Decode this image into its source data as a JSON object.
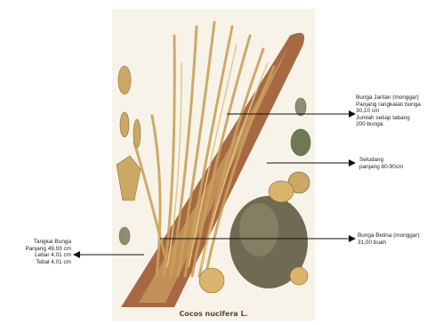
{
  "caption": "Cocos nucifera L.",
  "annotations": {
    "male_flower": {
      "lines": [
        "Bunga Jantan (monggar)",
        "Panjang rangkaian bunga",
        "30,10 cm",
        "Jumlah setiap tabang",
        "200 bunga."
      ]
    },
    "spathe": {
      "lines": [
        "Seludang",
        "panjang 80-90cm"
      ]
    },
    "female_flower": {
      "lines": [
        "Bunga Betina (monggar)",
        "31,00 buah"
      ]
    },
    "stalk": {
      "lines": [
        "Tangkai Bunga",
        "Panjang 49,93 cm",
        "Lebar 4,01 cm",
        "Tebal 4,01 cm"
      ]
    }
  },
  "colors": {
    "spathe": "#9c5a32",
    "flower": "#d9b46a",
    "coconut": "#6f6a52",
    "arrow": "#111111"
  }
}
